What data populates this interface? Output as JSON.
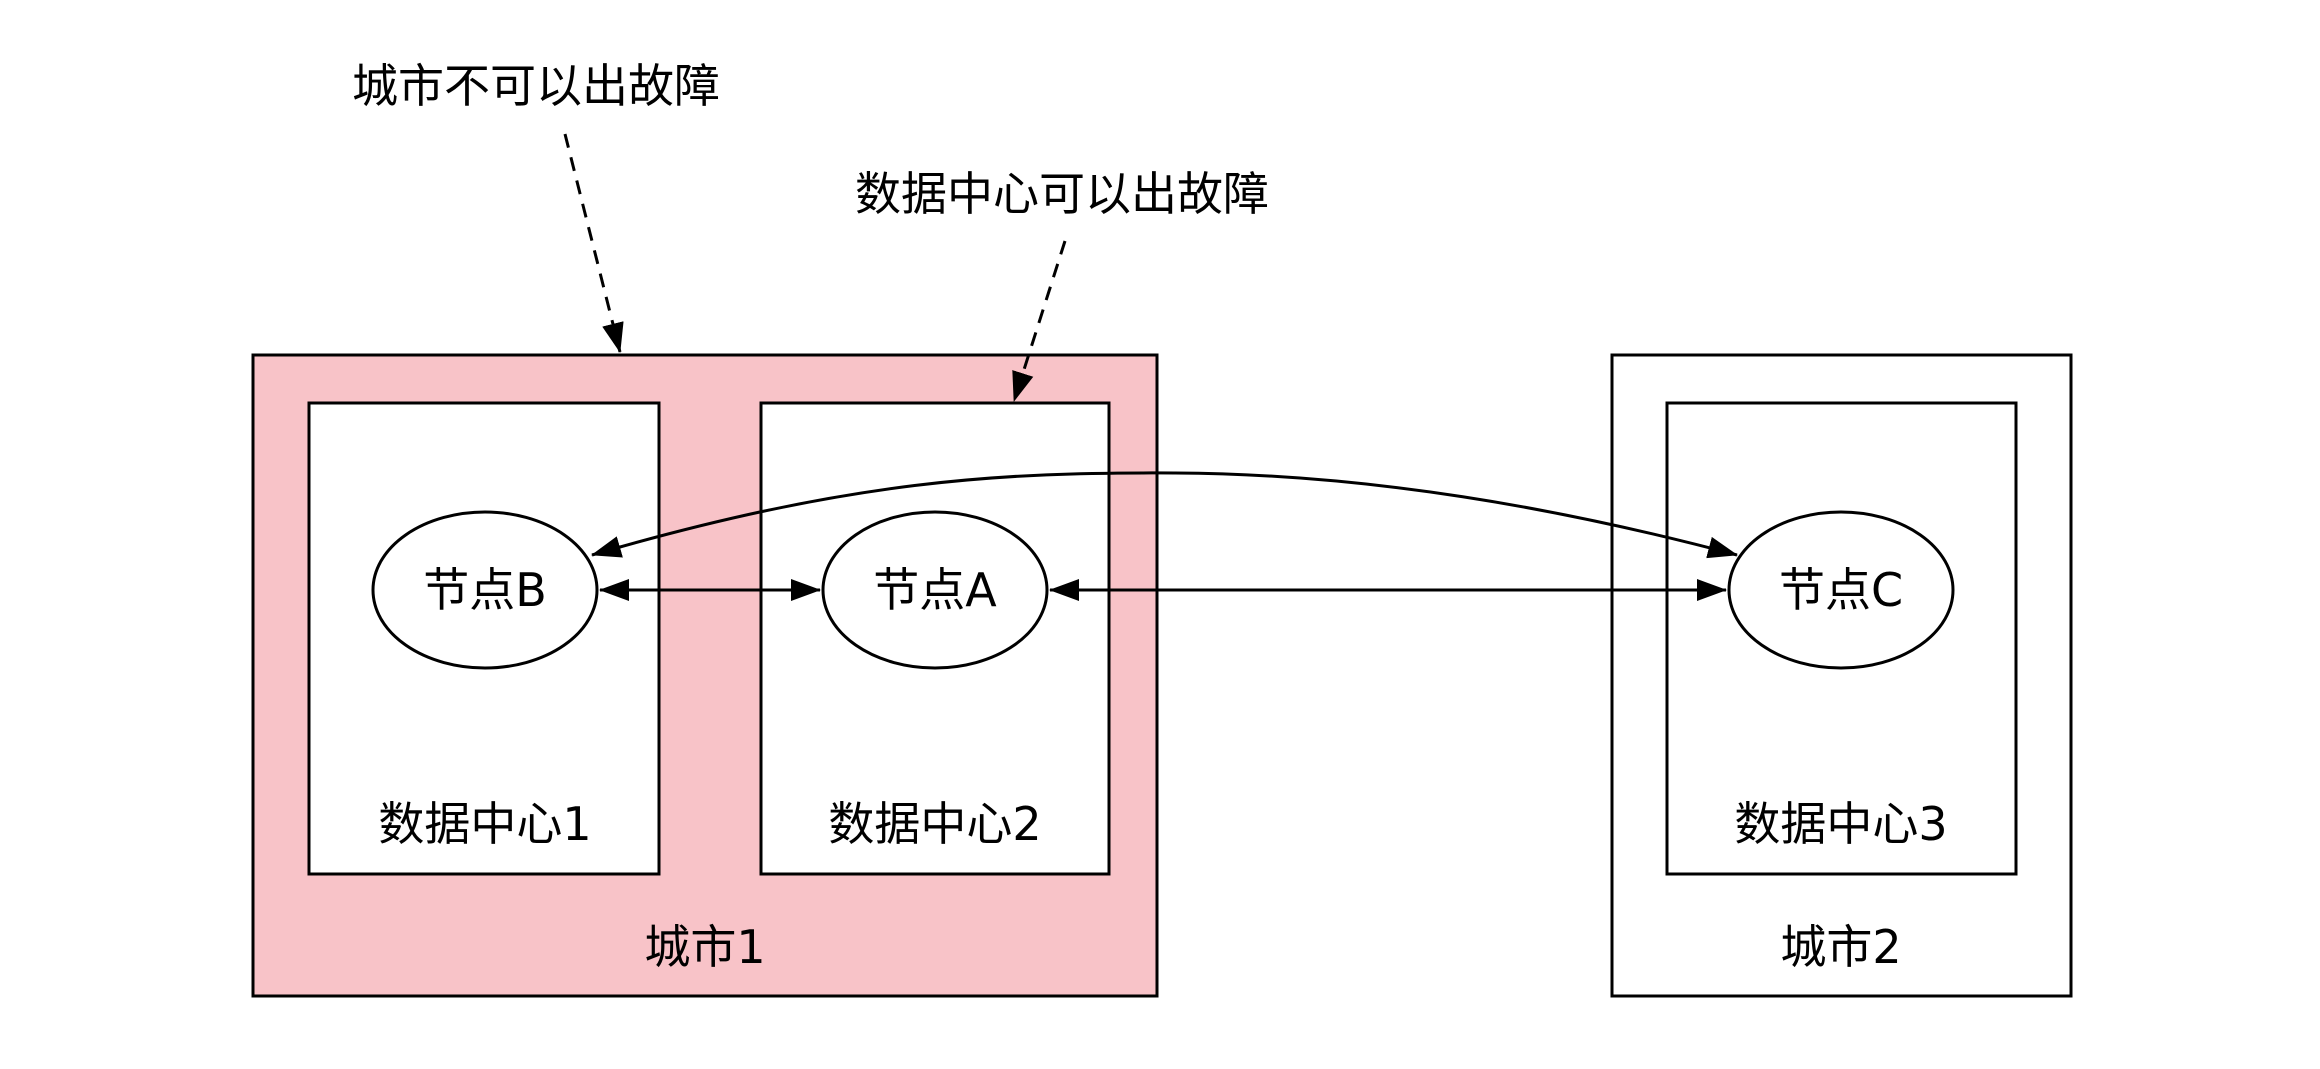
{
  "annotations": {
    "city_cannot_fail": "城市不可以出故障",
    "dc_can_fail": "数据中心可以出故障"
  },
  "cities": [
    {
      "label": "城市1",
      "fill": "#f8c3c8",
      "failure_domain": true
    },
    {
      "label": "城市2",
      "fill": "#ffffff",
      "failure_domain": false
    }
  ],
  "datacenters": [
    {
      "label": "数据中心1",
      "city": "城市1"
    },
    {
      "label": "数据中心2",
      "city": "城市1"
    },
    {
      "label": "数据中心3",
      "city": "城市2"
    }
  ],
  "nodes": [
    {
      "label": "节点B",
      "datacenter": "数据中心1"
    },
    {
      "label": "节点A",
      "datacenter": "数据中心2"
    },
    {
      "label": "节点C",
      "datacenter": "数据中心3"
    }
  ],
  "edges": [
    {
      "from": "节点B",
      "to": "节点A",
      "type": "bidirectional"
    },
    {
      "from": "节点A",
      "to": "节点C",
      "type": "bidirectional"
    },
    {
      "from": "节点B",
      "to": "节点C",
      "type": "bidirectional",
      "style": "curved"
    }
  ],
  "colors": {
    "city1_fill": "#f8c3c8",
    "stroke": "#000000"
  }
}
